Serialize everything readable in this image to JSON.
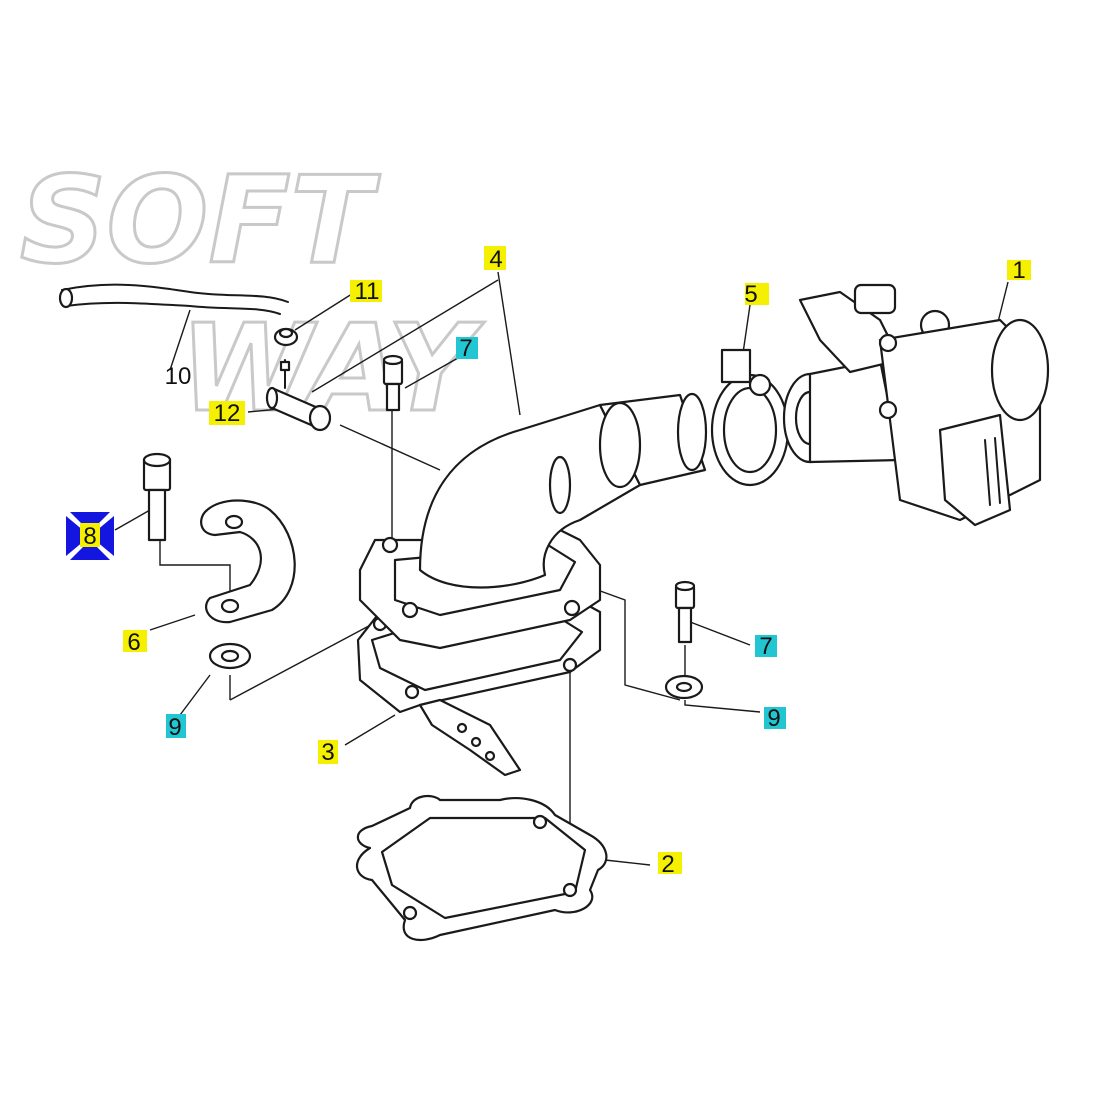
{
  "watermark": {
    "line1": "SOFT",
    "line2": "WAY"
  },
  "colors": {
    "yellow": "#f5f000",
    "cyan": "#22c6d2",
    "blue_marker": "#1515e0",
    "line": "#1a1a1a"
  },
  "callouts": [
    {
      "id": "1",
      "text": "1",
      "highlight": "yellow"
    },
    {
      "id": "2",
      "text": "2",
      "highlight": "yellow"
    },
    {
      "id": "3",
      "text": "3",
      "highlight": "yellow"
    },
    {
      "id": "4",
      "text": "4",
      "highlight": "yellow"
    },
    {
      "id": "5",
      "text": "5",
      "highlight": "yellow"
    },
    {
      "id": "6",
      "text": "6",
      "highlight": "yellow"
    },
    {
      "id": "7a",
      "text": "7",
      "highlight": "cyan"
    },
    {
      "id": "7b",
      "text": "7",
      "highlight": "cyan"
    },
    {
      "id": "8",
      "text": "8",
      "highlight": "blue-marker"
    },
    {
      "id": "9a",
      "text": "9",
      "highlight": "cyan"
    },
    {
      "id": "9b",
      "text": "9",
      "highlight": "cyan"
    },
    {
      "id": "10",
      "text": "10",
      "highlight": "none"
    },
    {
      "id": "11",
      "text": "11",
      "highlight": "yellow"
    },
    {
      "id": "12",
      "text": "12",
      "highlight": "yellow"
    }
  ]
}
